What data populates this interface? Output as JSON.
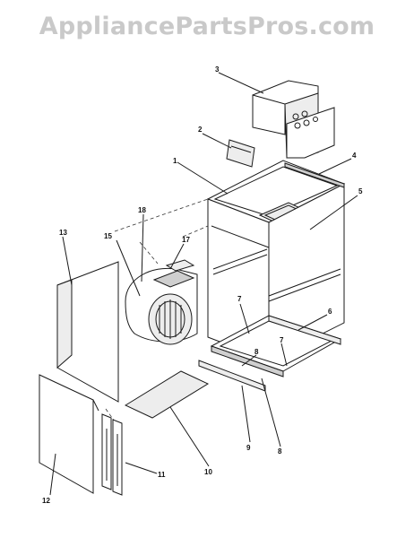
{
  "watermark": "AppliancePartsPros.com",
  "callouts": {
    "c1": "1",
    "c2": "2",
    "c3": "3",
    "c4": "4",
    "c5": "5",
    "c6": "6",
    "c7a": "7",
    "c7b": "7",
    "c8a": "8",
    "c8b": "8",
    "c9": "9",
    "c10": "10",
    "c11": "11",
    "c12": "12",
    "c13": "13",
    "c15": "15",
    "c17": "17",
    "c18": "18"
  }
}
